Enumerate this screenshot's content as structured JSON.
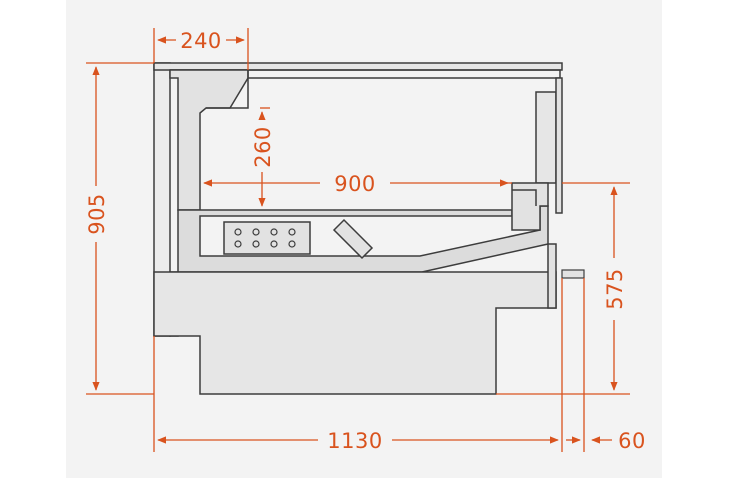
{
  "dimensions": {
    "width_top": "240",
    "height_total": "905",
    "shelf_height": "260",
    "depth_inner": "900",
    "counter_height": "575",
    "width_total": "1130",
    "pipe_offset": "60"
  },
  "colors": {
    "background": "#f3f3f3",
    "dimension": "#d9531e",
    "outline": "#3d3d3d",
    "body_fill": "#ececec",
    "panel_fill": "#e2e2e2",
    "shelf_fill": "#dcdcdc"
  },
  "icons": {
    "control_panel": "control-panel-icon",
    "display_light": "display-light-icon",
    "drain_pipe": "drain-pipe-icon"
  }
}
